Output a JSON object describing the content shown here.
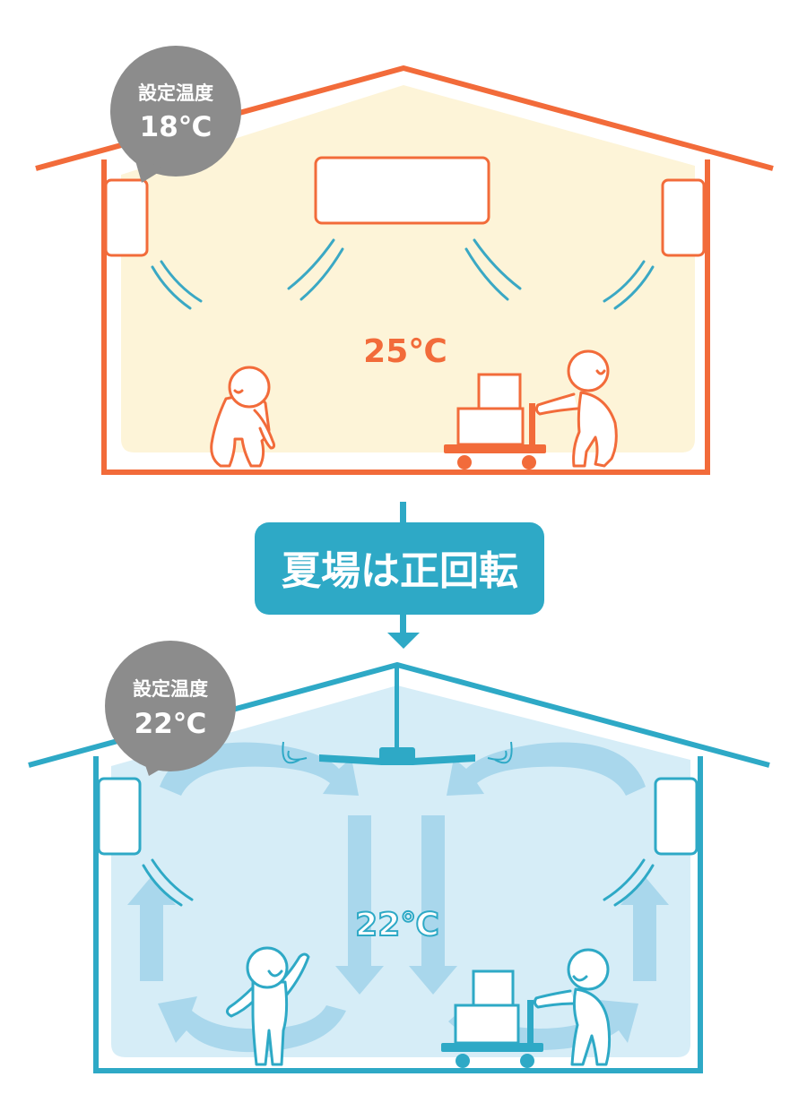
{
  "top_house": {
    "setting_label": "設定温度",
    "setting_value": "18℃",
    "room_temp": "25℃",
    "theme": "warm",
    "accent_color": "#f26b3a",
    "fill_color": "#fdf4d8"
  },
  "banner": {
    "text": "夏場は正回転",
    "color": "#2ea9c6"
  },
  "bottom_house": {
    "setting_label": "設定温度",
    "setting_value": "22℃",
    "room_temp": "22℃",
    "theme": "cool",
    "accent_color": "#2ea9c6",
    "fill_color": "#d6edf7",
    "flow_color": "#a9d7ec"
  },
  "bubble_color": "#8c8c8c",
  "icons": [
    "ceiling-fan-icon",
    "air-conditioner-icon",
    "person-icon",
    "hand-truck-icon",
    "box-icon",
    "airflow-arrow-icon"
  ]
}
